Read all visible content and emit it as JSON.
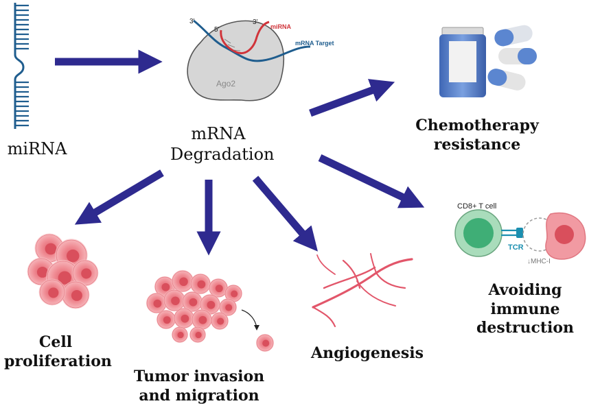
{
  "colors": {
    "arrow": "#2e2a8f",
    "rna_blue": "#1f5d8e",
    "mirna_red": "#d0343a",
    "ago2": "#d6d6d6",
    "cell_pink": "#ee7e86",
    "cell_dark": "#d94f5c",
    "vessel": "#e2566a",
    "tcell": "#7bc79a",
    "tcr": "#1b8fb0"
  },
  "labels": {
    "mirna": "miRNA",
    "degradation_line1": "mRNA",
    "degradation_line2": "Degradation",
    "chemo_line1": "Chemotherapy",
    "chemo_line2": "resistance",
    "immune_line1": "Avoiding",
    "immune_line2": "immune",
    "immune_line3": "destruction",
    "angiogenesis": "Angiogenesis",
    "proliferation_line1": "Cell",
    "proliferation_line2": "proliferation",
    "tumor_line1": "Tumor invasion",
    "tumor_line2": "and migration"
  },
  "complex": {
    "prime3_left": "3'",
    "prime5": "5'",
    "prime3_right": "3'",
    "mirna_tag": "miRNA",
    "target_tag": "mRNA Target",
    "ago2": "Ago2"
  },
  "immune_panel": {
    "cell_label": "CD8+ T cell",
    "tcr": "TCR",
    "mhc": "↓MHC-I"
  }
}
